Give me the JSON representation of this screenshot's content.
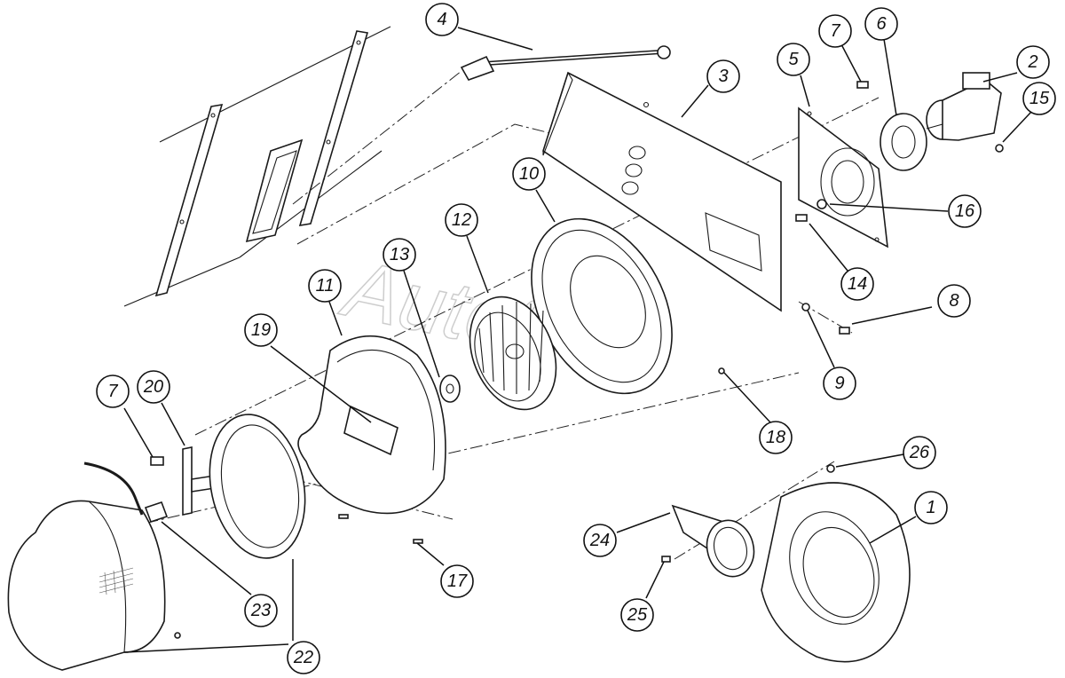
{
  "watermark": "AutoSoft",
  "callouts": [
    {
      "id": "1",
      "label": "1"
    },
    {
      "id": "2",
      "label": "2"
    },
    {
      "id": "3",
      "label": "3"
    },
    {
      "id": "4",
      "label": "4"
    },
    {
      "id": "5",
      "label": "5"
    },
    {
      "id": "6",
      "label": "6"
    },
    {
      "id": "7a",
      "label": "7"
    },
    {
      "id": "7b",
      "label": "7"
    },
    {
      "id": "8",
      "label": "8"
    },
    {
      "id": "9",
      "label": "9"
    },
    {
      "id": "10",
      "label": "10"
    },
    {
      "id": "11",
      "label": "11"
    },
    {
      "id": "12",
      "label": "12"
    },
    {
      "id": "13",
      "label": "13"
    },
    {
      "id": "14",
      "label": "14"
    },
    {
      "id": "15",
      "label": "15"
    },
    {
      "id": "16",
      "label": "16"
    },
    {
      "id": "17",
      "label": "17"
    },
    {
      "id": "18",
      "label": "18"
    },
    {
      "id": "19",
      "label": "19"
    },
    {
      "id": "20",
      "label": "20"
    },
    {
      "id": "22",
      "label": "22"
    },
    {
      "id": "23",
      "label": "23"
    },
    {
      "id": "24",
      "label": "24"
    },
    {
      "id": "25",
      "label": "25"
    },
    {
      "id": "26",
      "label": "26"
    }
  ]
}
